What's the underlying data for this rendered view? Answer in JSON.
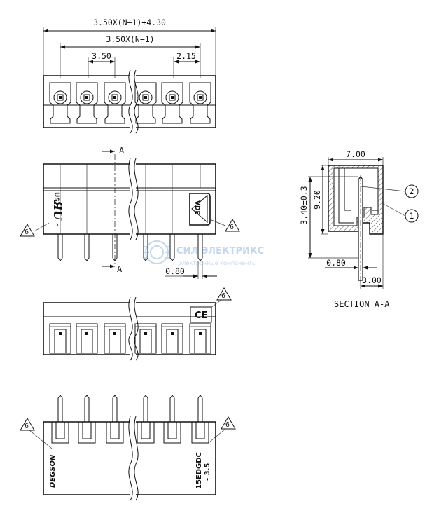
{
  "dimensions": {
    "overall_length": "3.50X(N−1)+4.30",
    "pitch_span": "3.50X(N−1)",
    "pitch": "3.50",
    "end_offset": "2.15",
    "pin_width": "0.80",
    "section_width": "7.00",
    "section_height": "9.20",
    "pin_height": "3.40±0.3",
    "section_pin_width": "0.80",
    "pin_offset": "3.00"
  },
  "section_marker": "A",
  "section_title": "SECTION A-A",
  "callouts": {
    "part_one": "1",
    "part_two": "2",
    "note_six": "6"
  },
  "markings": {
    "brand": "DEGSON",
    "model_line1": "15EDGDC",
    "model_line2": "- 3.5",
    "ul_us": "US",
    "ul_c": "c",
    "vde": "VDE",
    "ce": "CE"
  },
  "watermark": {
    "title": "СИЛ ЭЛЕКТРИКС",
    "subtitle": "электронные компоненты"
  }
}
